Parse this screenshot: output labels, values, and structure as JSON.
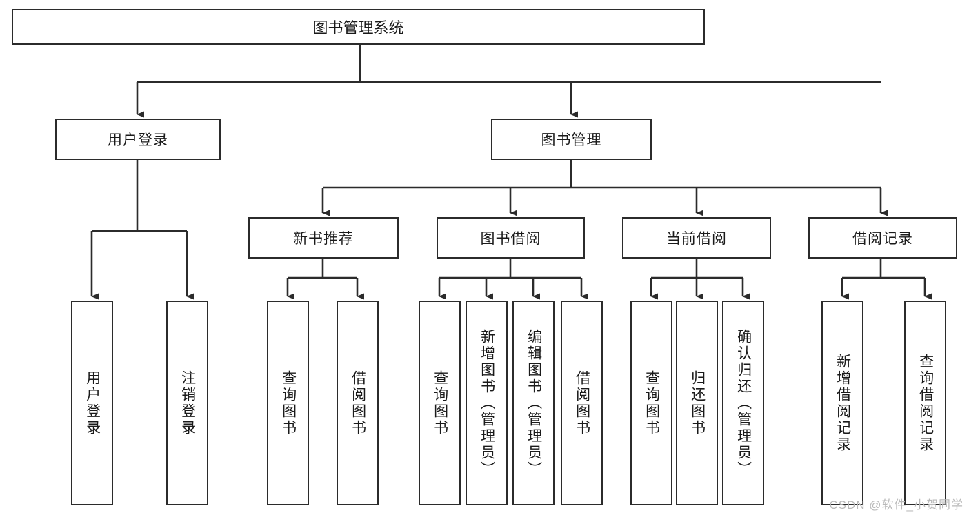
{
  "diagram": {
    "type": "tree",
    "title": "图书管理系统",
    "orientation": "top-down",
    "colors": {
      "stroke": "#2b2b2b",
      "fill": "#ffffff",
      "text": "#1a1a1a",
      "watermark": "#b9b9b9"
    },
    "root": {
      "label": "图书管理系统"
    },
    "level2": [
      {
        "label": "用户登录"
      },
      {
        "label": "图书管理"
      }
    ],
    "level3": [
      {
        "label": "新书推荐"
      },
      {
        "label": "图书借阅"
      },
      {
        "label": "当前借阅"
      },
      {
        "label": "借阅记录"
      }
    ],
    "leaves": [
      {
        "label": "用户登录",
        "parent": "用户登录"
      },
      {
        "label": "注销登录",
        "parent": "用户登录"
      },
      {
        "label": "查询图书",
        "parent": "新书推荐"
      },
      {
        "label": "借阅图书",
        "parent": "新书推荐"
      },
      {
        "label": "查询图书",
        "parent": "图书借阅"
      },
      {
        "label": "新增图书（管理员）",
        "parent": "图书借阅"
      },
      {
        "label": "编辑图书（管理员）",
        "parent": "图书借阅"
      },
      {
        "label": "借阅图书",
        "parent": "图书借阅"
      },
      {
        "label": "查询图书",
        "parent": "当前借阅"
      },
      {
        "label": "归还图书",
        "parent": "当前借阅"
      },
      {
        "label": "确认归还（管理员）",
        "parent": "当前借阅"
      },
      {
        "label": "新增借阅记录",
        "parent": "借阅记录"
      },
      {
        "label": "查询借阅记录",
        "parent": "借阅记录"
      }
    ]
  },
  "watermark": {
    "text": "CSDN @软件_小贺同学"
  }
}
